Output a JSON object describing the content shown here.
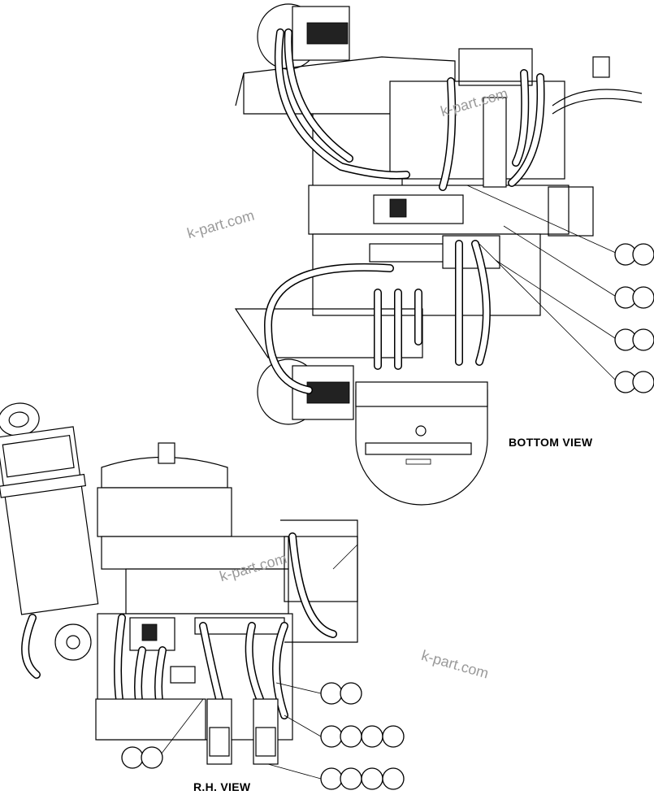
{
  "labels": {
    "bottom_view": "BOTTOM VIEW",
    "rh_view": "R.H. VIEW"
  },
  "watermarks": [
    "k-part.com",
    "k-part.com",
    "k-part.com",
    "k-part.com"
  ],
  "callout_groups": {
    "bottom_view": [
      2,
      2,
      2,
      2
    ],
    "rh_view": [
      2,
      4,
      4,
      2
    ]
  }
}
